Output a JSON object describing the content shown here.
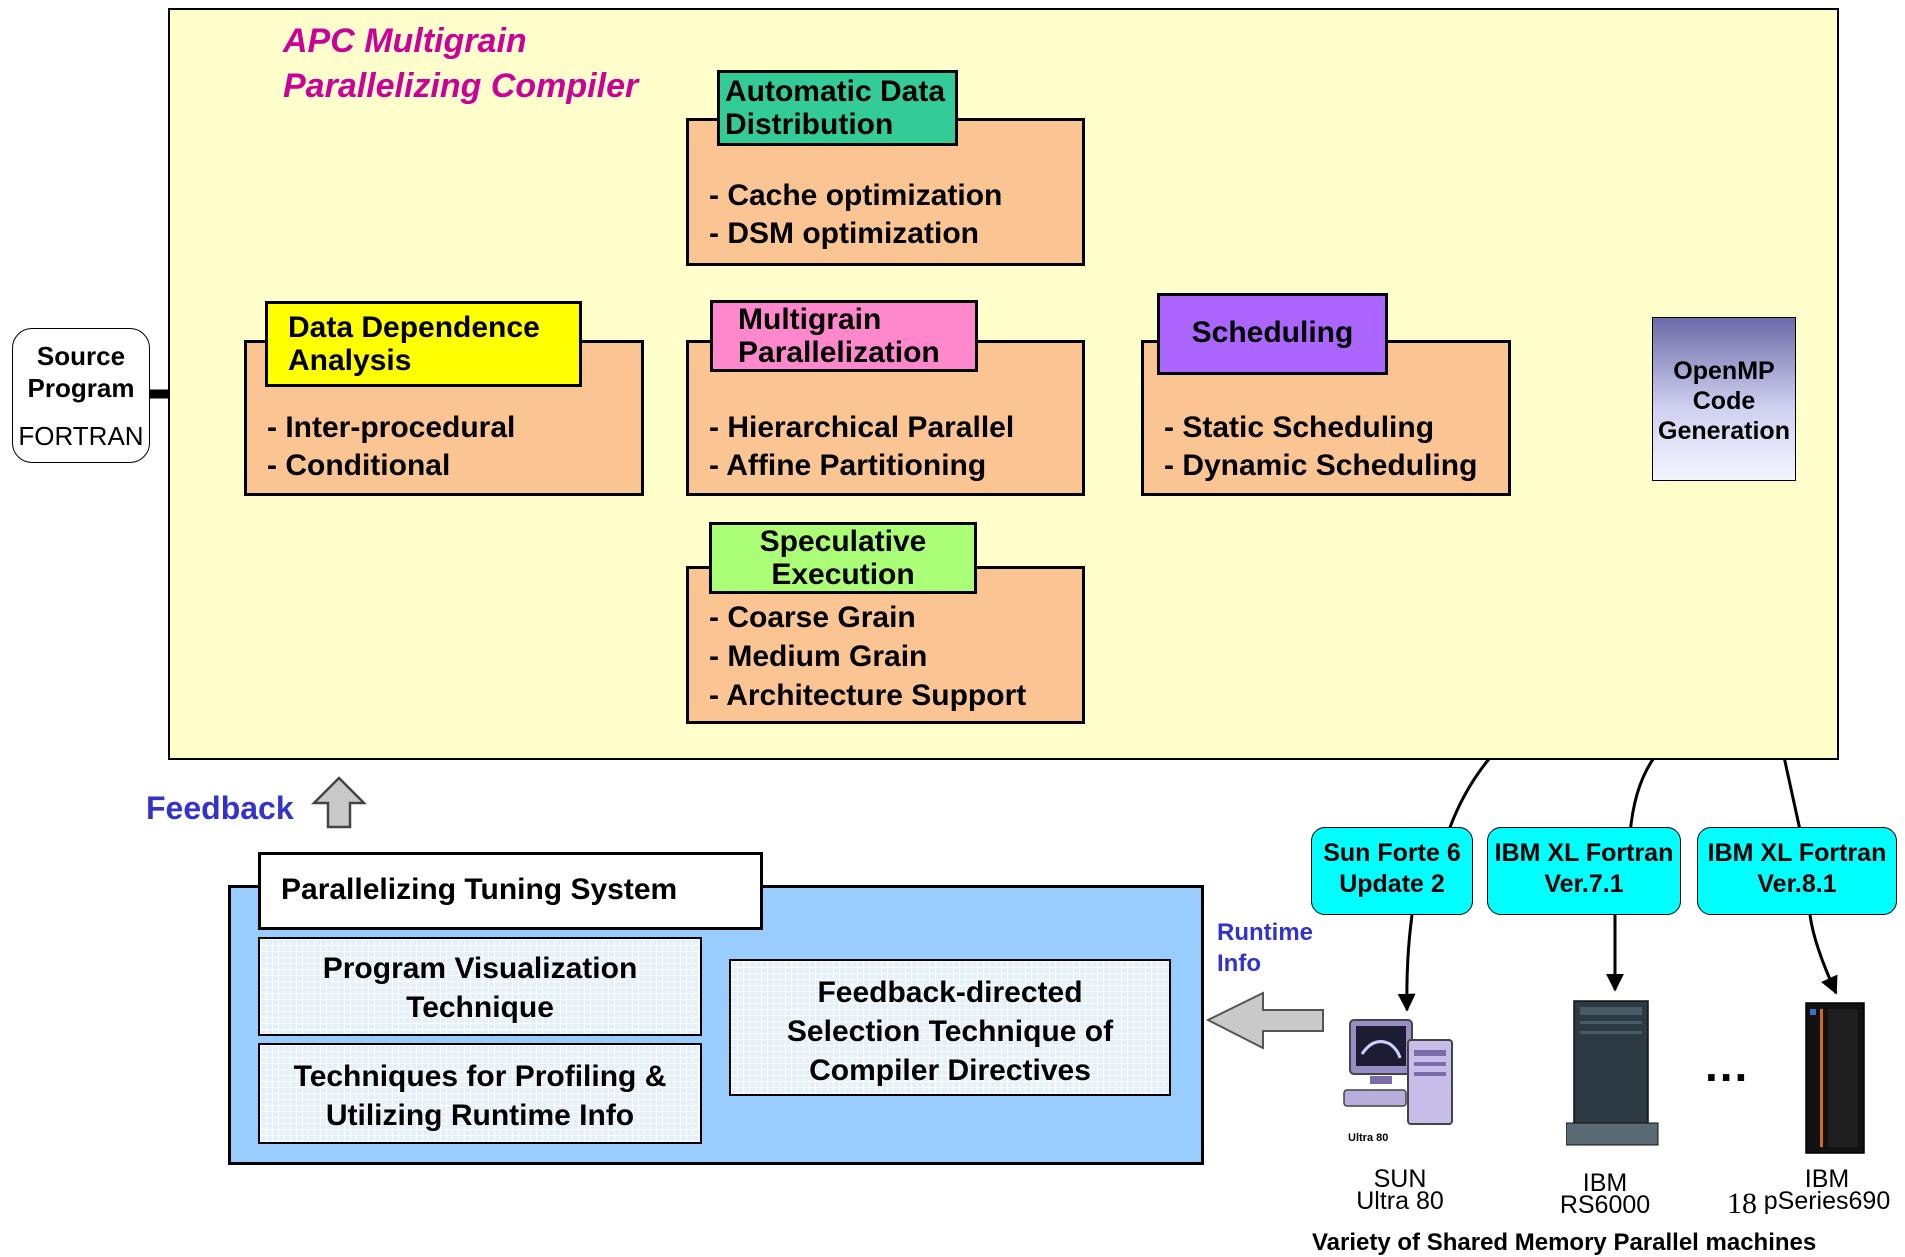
{
  "compiler": {
    "title_line1": "APC Multigrain",
    "title_line2": "Parallelizing Compiler"
  },
  "source": {
    "line1": "Source",
    "line2": "Program",
    "language": "FORTRAN"
  },
  "boxes": {
    "data_distribution": {
      "label_line1": "Automatic Data",
      "label_line2": "Distribution",
      "items": [
        "- Cache optimization",
        "- DSM optimization"
      ]
    },
    "data_dependence": {
      "label_line1": "Data Dependence",
      "label_line2": "Analysis",
      "items": [
        "- Inter-procedural",
        "- Conditional"
      ]
    },
    "multigrain": {
      "label_line1": "Multigrain",
      "label_line2": "Parallelization",
      "items": [
        "- Hierarchical Parallel",
        "- Affine Partitioning"
      ]
    },
    "scheduling": {
      "label": "Scheduling",
      "items": [
        "- Static Scheduling",
        "- Dynamic Scheduling"
      ]
    },
    "speculative": {
      "label_line1": "Speculative",
      "label_line2": "Execution",
      "items": [
        "- Coarse Grain",
        "- Medium Grain",
        "- Architecture Support"
      ]
    }
  },
  "openmp": {
    "line1": "OpenMP",
    "line2": "Code",
    "line3": "Generation"
  },
  "feedback": {
    "label": "Feedback"
  },
  "tuning": {
    "title": "Parallelizing Tuning System",
    "visualization": {
      "line1": "Program Visualization",
      "line2": "Technique"
    },
    "profiling": {
      "line1": "Techniques for Profiling &",
      "line2": "Utilizing Runtime Info"
    },
    "selection": {
      "line1": "Feedback-directed",
      "line2": "Selection Technique of",
      "line3": "Compiler Directives"
    }
  },
  "runtime": {
    "line1": "Runtime",
    "line2": "Info"
  },
  "compilers": [
    {
      "line1": "Sun Forte 6",
      "line2": "Update 2"
    },
    {
      "line1": "IBM XL Fortran",
      "line2": "Ver.7.1"
    },
    {
      "line1": "IBM XL Fortran",
      "line2": "Ver.8.1"
    }
  ],
  "machines": [
    {
      "line1": "SUN",
      "line2": "Ultra 80",
      "badge": "Ultra 80"
    },
    {
      "line1": "IBM",
      "line2": "RS6000"
    },
    {
      "line1": "IBM",
      "line2": "pSeries690"
    }
  ],
  "ellipsis": "...",
  "page_number": "18",
  "footer": "Variety of Shared Memory Parallel machines",
  "colors": {
    "panel_bg": "#ffffcc",
    "box_orange": "#fbc593",
    "label_teal": "#33cc99",
    "label_yellow": "#ffff00",
    "label_pink": "#ff88cc",
    "label_purple": "#aa66ff",
    "label_green": "#aaff77",
    "tuning_blue": "#99ccff",
    "compiler_cyan": "#00ffff",
    "title_magenta": "#cc0099",
    "feedback_blue": "#3333cc"
  }
}
